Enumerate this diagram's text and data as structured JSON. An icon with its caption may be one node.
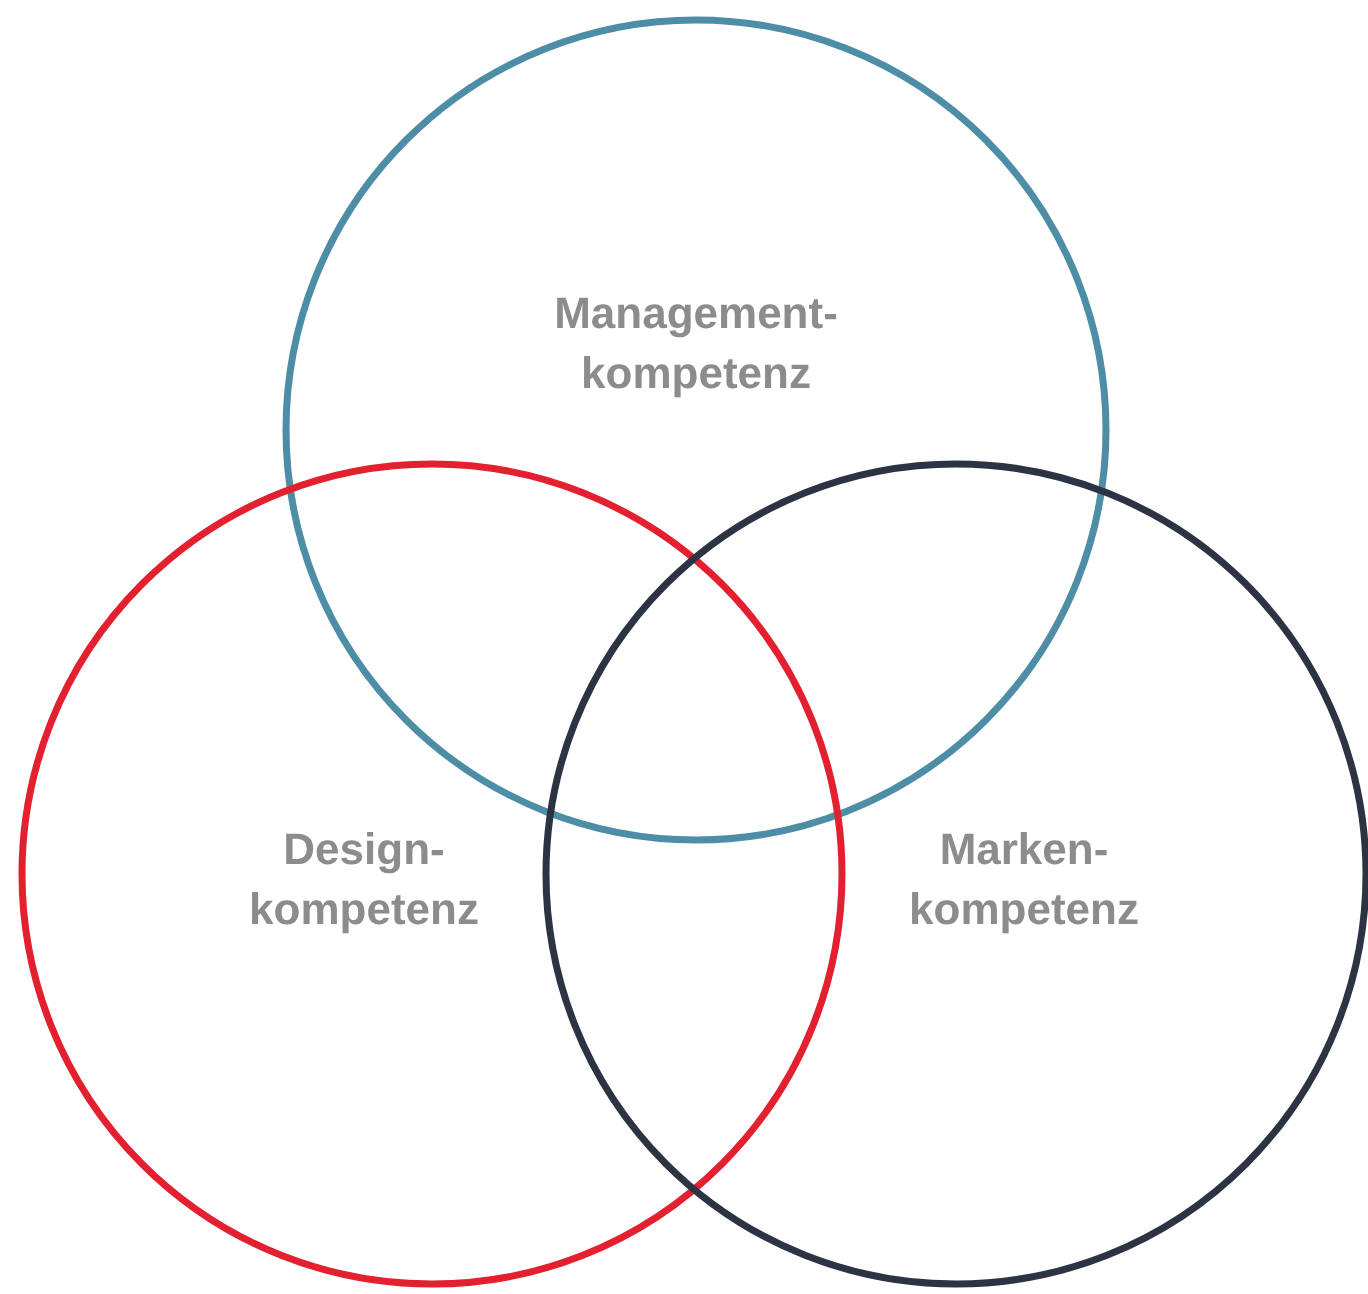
{
  "diagram": {
    "nodes": [
      {
        "text": [
          "Management- kompetenz"
        ]
      },
      {
        "text": [
          "Design- kompetenz"
        ]
      },
      {
        "text": [
          "Marken- kompetenz"
        ]
      }
    ]
  }
}
